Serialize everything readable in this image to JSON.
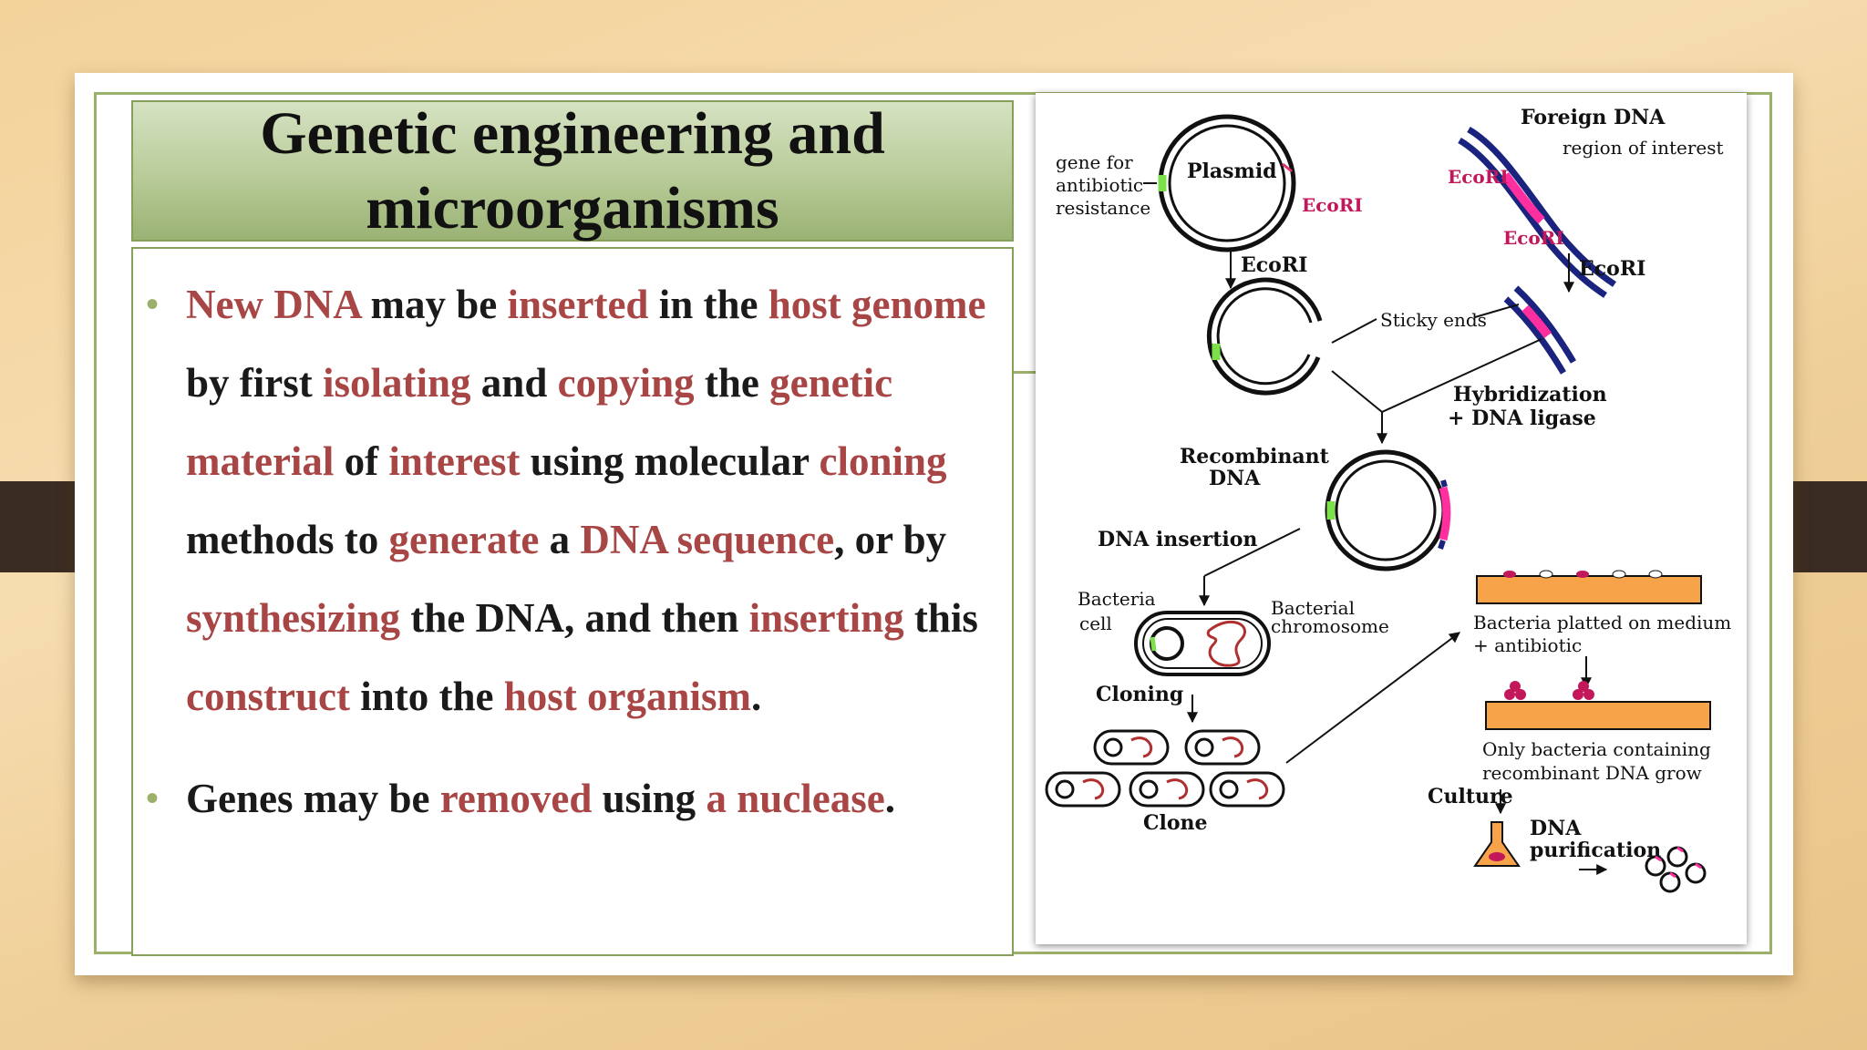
{
  "title": {
    "line1": "Genetic engineering and",
    "line2": "microorganisms"
  },
  "bullets": [
    {
      "segments": [
        {
          "t": "New DNA",
          "h": true
        },
        {
          "t": " may be ",
          "h": false
        },
        {
          "t": "inserted",
          "h": true
        },
        {
          "t": " in the ",
          "h": false
        },
        {
          "t": "host genome",
          "h": true
        },
        {
          "t": " by first ",
          "h": false
        },
        {
          "t": "isolating",
          "h": true
        },
        {
          "t": " and ",
          "h": false
        },
        {
          "t": "copying",
          "h": true
        },
        {
          "t": " the ",
          "h": false
        },
        {
          "t": "genetic material",
          "h": true
        },
        {
          "t": " of ",
          "h": false
        },
        {
          "t": "interest",
          "h": true
        },
        {
          "t": " using molecular ",
          "h": false
        },
        {
          "t": "cloning",
          "h": true
        },
        {
          "t": " methods to ",
          "h": false
        },
        {
          "t": "generate",
          "h": true
        },
        {
          "t": " a ",
          "h": false
        },
        {
          "t": "DNA sequence",
          "h": true
        },
        {
          "t": ", or by ",
          "h": false
        },
        {
          "t": "synthesizing",
          "h": true
        },
        {
          "t": " the DNA, and then ",
          "h": false
        },
        {
          "t": "inserting",
          "h": true
        },
        {
          "t": " this ",
          "h": false
        },
        {
          "t": "construct",
          "h": true
        },
        {
          "t": " into the ",
          "h": false
        },
        {
          "t": "host organism",
          "h": true
        },
        {
          "t": ".",
          "h": false
        }
      ]
    },
    {
      "segments": [
        {
          "t": "Genes may be ",
          "h": false
        },
        {
          "t": "removed",
          "h": true
        },
        {
          "t": " using ",
          "h": false
        },
        {
          "t": "a nuclease",
          "h": true
        },
        {
          "t": ".",
          "h": false
        }
      ]
    }
  ],
  "diagram": {
    "plasmid": "Plasmid",
    "gene_for": "gene for",
    "antibiotic": "antibiotic",
    "resistance": "resistance",
    "ecori": "EcoRI",
    "foreign_dna": "Foreign DNA",
    "region_of_interest": "region of interest",
    "sticky_ends": "Sticky ends",
    "hybridization": "Hybridization",
    "dna_ligase": "+ DNA ligase",
    "recombinant": "Recombinant",
    "dna": "DNA",
    "dna_insertion": "DNA insertion",
    "bacteria": "Bacteria",
    "cell": "cell",
    "bacterial": "Bacterial",
    "chromosome": "chromosome",
    "cloning": "Cloning",
    "clone": "Clone",
    "plated1": "Bacteria platted on medium",
    "plated2": "+ antibiotic",
    "only1": "Only bacteria containing",
    "only2": "recombinant DNA grow",
    "culture": "Culture",
    "purif1": "DNA",
    "purif2": "purification"
  },
  "colors": {
    "accent_text": "#a84646",
    "frame_green": "#9bb06a",
    "title_green": "#b8cb98"
  }
}
